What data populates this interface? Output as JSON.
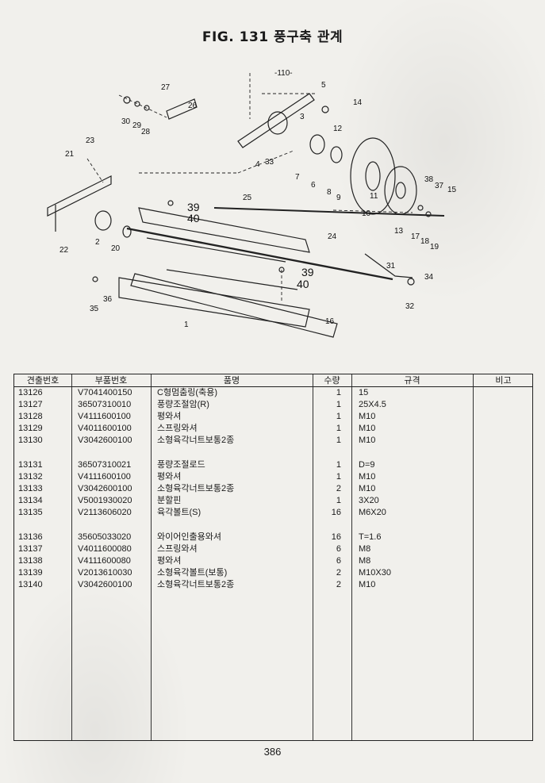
{
  "title": "FIG. 131 풍구축 관계",
  "callouts": [
    "1",
    "2",
    "3",
    "4",
    "5",
    "6",
    "7",
    "8",
    "9",
    "10",
    "11",
    "12",
    "13",
    "14",
    "15",
    "16",
    "17",
    "18",
    "19",
    "20",
    "21",
    "22",
    "23",
    "24",
    "25",
    "26",
    "27",
    "28",
    "29",
    "30",
    "31",
    "32",
    "33",
    "34",
    "35",
    "36",
    "37",
    "38",
    "39",
    "40",
    "39",
    "40",
    "-110-"
  ],
  "table": {
    "headers": {
      "no": "견출번호",
      "part_number": "부품번호",
      "name": "품명",
      "qty": "수량",
      "spec": "규격",
      "note": "비고"
    },
    "rows": [
      {
        "no": "13126",
        "part_number": "V7041400150",
        "name": "C형멈춤링(축용)",
        "qty": "1",
        "spec": "15",
        "note": ""
      },
      {
        "no": "13127",
        "part_number": "36507310010",
        "name": "풍량조절암(R)",
        "qty": "1",
        "spec": "25X4.5",
        "note": ""
      },
      {
        "no": "13128",
        "part_number": "V4111600100",
        "name": "평와셔",
        "qty": "1",
        "spec": "M10",
        "note": ""
      },
      {
        "no": "13129",
        "part_number": "V4011600100",
        "name": "스프링와셔",
        "qty": "1",
        "spec": "M10",
        "note": ""
      },
      {
        "no": "13130",
        "part_number": "V3042600100",
        "name": "소형육각너트보통2종",
        "qty": "1",
        "spec": "M10",
        "note": ""
      },
      {
        "no": "13131",
        "part_number": "36507310021",
        "name": "풍량조절로드",
        "qty": "1",
        "spec": "D=9",
        "note": ""
      },
      {
        "no": "13132",
        "part_number": "V4111600100",
        "name": "평와셔",
        "qty": "1",
        "spec": "M10",
        "note": ""
      },
      {
        "no": "13133",
        "part_number": "V3042600100",
        "name": "소형육각너트보통2종",
        "qty": "2",
        "spec": "M10",
        "note": ""
      },
      {
        "no": "13134",
        "part_number": "V5001930020",
        "name": "분할핀",
        "qty": "1",
        "spec": "3X20",
        "note": ""
      },
      {
        "no": "13135",
        "part_number": "V2113606020",
        "name": "육각볼트(S)",
        "qty": "16",
        "spec": "M6X20",
        "note": ""
      },
      {
        "no": "13136",
        "part_number": "35605033020",
        "name": "와이어인출용와셔",
        "qty": "16",
        "spec": "T=1.6",
        "note": ""
      },
      {
        "no": "13137",
        "part_number": "V4011600080",
        "name": "스프링와셔",
        "qty": "6",
        "spec": "M8",
        "note": ""
      },
      {
        "no": "13138",
        "part_number": "V4111600080",
        "name": "평와셔",
        "qty": "6",
        "spec": "M8",
        "note": ""
      },
      {
        "no": "13139",
        "part_number": "V2013610030",
        "name": "소형육각볼트(보통)",
        "qty": "2",
        "spec": "M10X30",
        "note": ""
      },
      {
        "no": "13140",
        "part_number": "V3042600100",
        "name": "소형육각너트보통2종",
        "qty": "2",
        "spec": "M10",
        "note": ""
      }
    ]
  },
  "page_number": "386"
}
